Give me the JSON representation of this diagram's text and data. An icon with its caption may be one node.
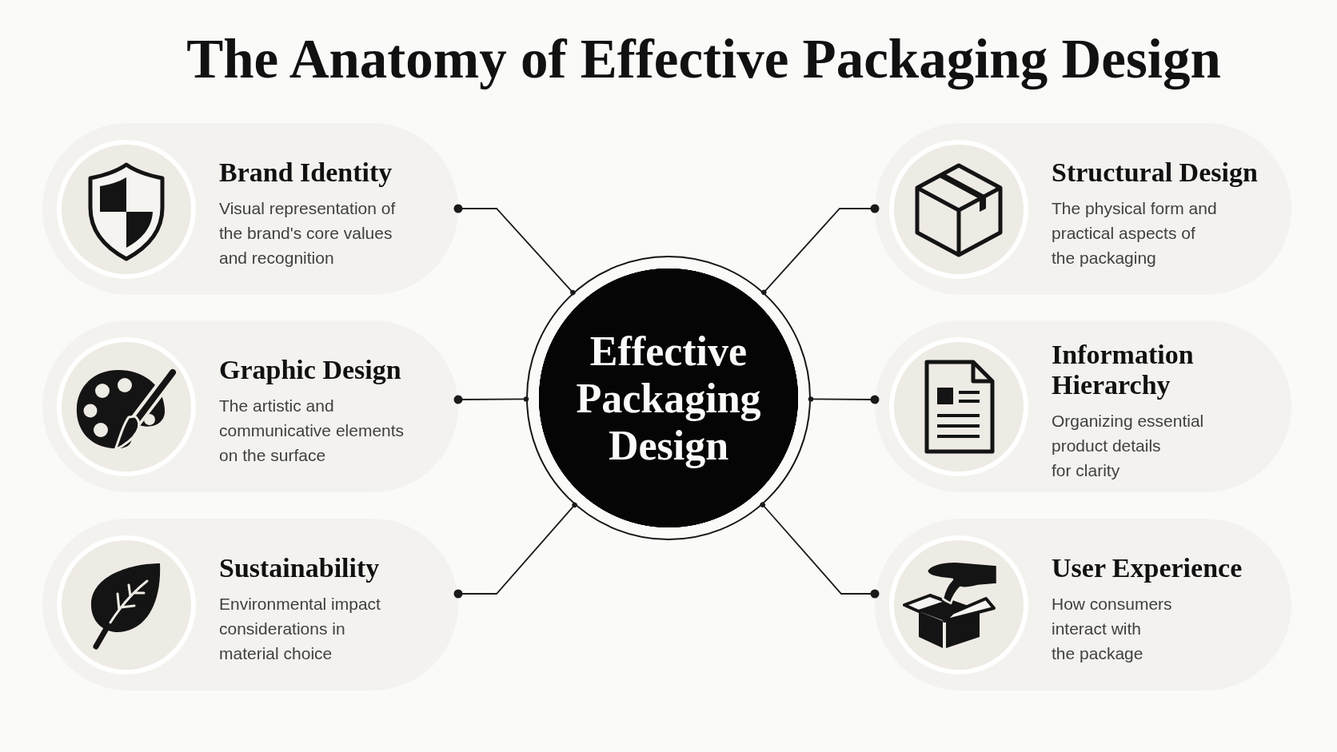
{
  "diagram": {
    "title": "The Anatomy of Effective Packaging Design",
    "nodes": [
      {
        "text": [
          "Brand Identity",
          "Visual representation of the brand's core values and recognition"
        ]
      },
      {
        "text": [
          "Structural Design",
          "The physical form and practical aspects of the packaging"
        ]
      },
      {
        "text": [
          "Graphic Design",
          "The artistic and communicative elements on the surface"
        ]
      },
      {
        "text": [
          "Effective Packaging Design"
        ]
      },
      {
        "text": [
          "Information Hierarchy",
          "Organizing essential product details for clarity"
        ]
      },
      {
        "text": [
          "Sustainability",
          "Environmental impact considerations in material choice"
        ]
      },
      {
        "text": [
          "User Experience",
          "How consumers interact with the package"
        ]
      }
    ],
    "edges": [
      {
        "from": 3,
        "to": 0,
        "arrow": "other"
      },
      {
        "from": 3,
        "to": 1,
        "arrow": "other"
      },
      {
        "from": 3,
        "to": 2,
        "arrow": "other"
      },
      {
        "from": 3,
        "to": 4,
        "arrow": "other"
      },
      {
        "from": 3,
        "to": 5,
        "arrow": "other"
      },
      {
        "from": 3,
        "to": 6,
        "arrow": "other"
      }
    ]
  }
}
